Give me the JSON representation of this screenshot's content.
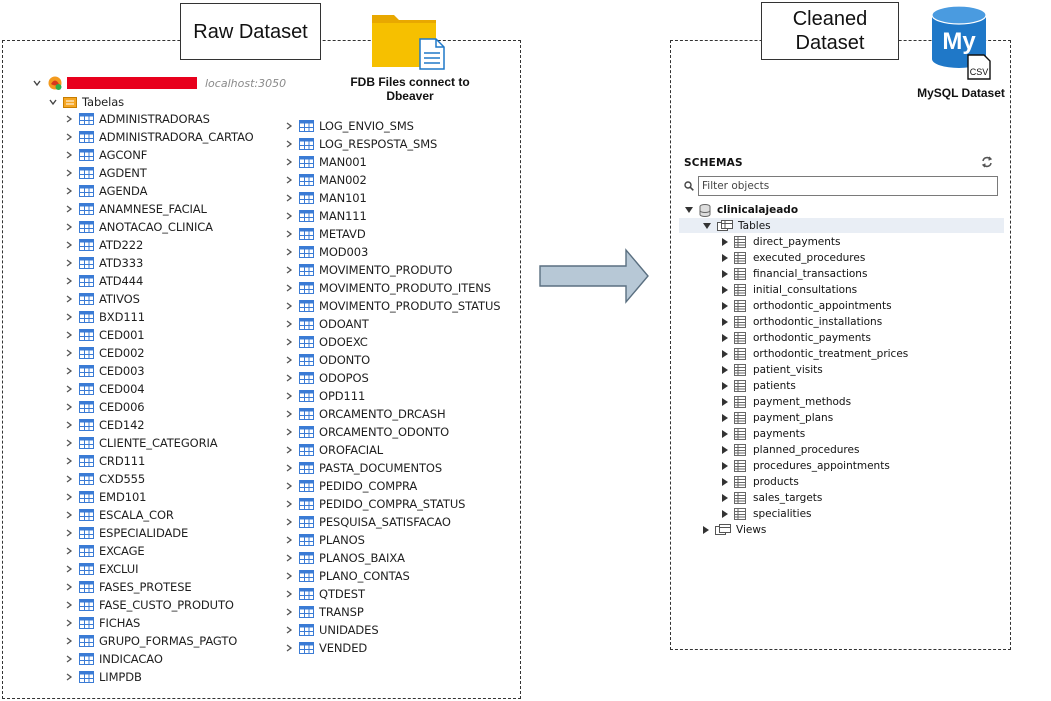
{
  "raw": {
    "title": "Raw Dataset",
    "connection_host": "localhost:3050",
    "folder_label": "Tabelas",
    "tables_col1": [
      "ADMINISTRADORAS",
      "ADMINISTRADORA_CARTAO",
      "AGCONF",
      "AGDENT",
      "AGENDA",
      "ANAMNESE_FACIAL",
      "ANOTACAO_CLINICA",
      "ATD222",
      "ATD333",
      "ATD444",
      "ATIVOS",
      "BXD111",
      "CED001",
      "CED002",
      "CED003",
      "CED004",
      "CED006",
      "CED142",
      "CLIENTE_CATEGORIA",
      "CRD111",
      "CXD555",
      "EMD101",
      "ESCALA_COR",
      "ESPECIALIDADE",
      "EXCAGE",
      "EXCLUI",
      "FASES_PROTESE",
      "FASE_CUSTO_PRODUTO",
      "FICHAS",
      "GRUPO_FORMAS_PAGTO",
      "INDICACAO",
      "LIMPDB"
    ],
    "tables_col2": [
      "LOG_ENVIO_SMS",
      "LOG_RESPOSTA_SMS",
      "MAN001",
      "MAN002",
      "MAN101",
      "MAN111",
      "METAVD",
      "MOD003",
      "MOVIMENTO_PRODUTO",
      "MOVIMENTO_PRODUTO_ITENS",
      "MOVIMENTO_PRODUTO_STATUS",
      "ODOANT",
      "ODOEXC",
      "ODONTO",
      "ODOPOS",
      "OPD111",
      "ORCAMENTO_DRCASH",
      "ORCAMENTO_ODONTO",
      "OROFACIAL",
      "PASTA_DOCUMENTOS",
      "PEDIDO_COMPRA",
      "PEDIDO_COMPRA_STATUS",
      "PESQUISA_SATISFACAO",
      "PLANOS",
      "PLANOS_BAIXA",
      "PLANO_CONTAS",
      "QTDEST",
      "TRANSP",
      "UNIDADES",
      "VENDED"
    ]
  },
  "fdb_caption": "FDB Files connect to Dbeaver",
  "arrow_icon": "right-arrow-icon",
  "clean": {
    "title": "Cleaned Dataset",
    "mysql_caption": "MySQL Dataset",
    "mysql_logo_text": "My",
    "csv_text": "CSV",
    "schemas_header": "SCHEMAS",
    "filter_placeholder": "Filter objects",
    "schema_name": "clinicalajeado",
    "tables_label": "Tables",
    "views_label": "Views",
    "tables": [
      "direct_payments",
      "executed_procedures",
      "financial_transactions",
      "initial_consultations",
      "orthodontic_appointments",
      "orthodontic_installations",
      "orthodontic_payments",
      "orthodontic_treatment_prices",
      "patient_visits",
      "patients",
      "payment_methods",
      "payment_plans",
      "payments",
      "planned_procedures",
      "procedures_appointments",
      "products",
      "sales_targets",
      "specialities"
    ]
  },
  "colors": {
    "table_icon": "#3a7bd5",
    "folder_yellow": "#f6c000",
    "mysql_blue": "#1f78c8",
    "arrow_fill": "#b7c8d6",
    "arrow_stroke": "#5a6f80",
    "redaction": "#e8001c"
  }
}
